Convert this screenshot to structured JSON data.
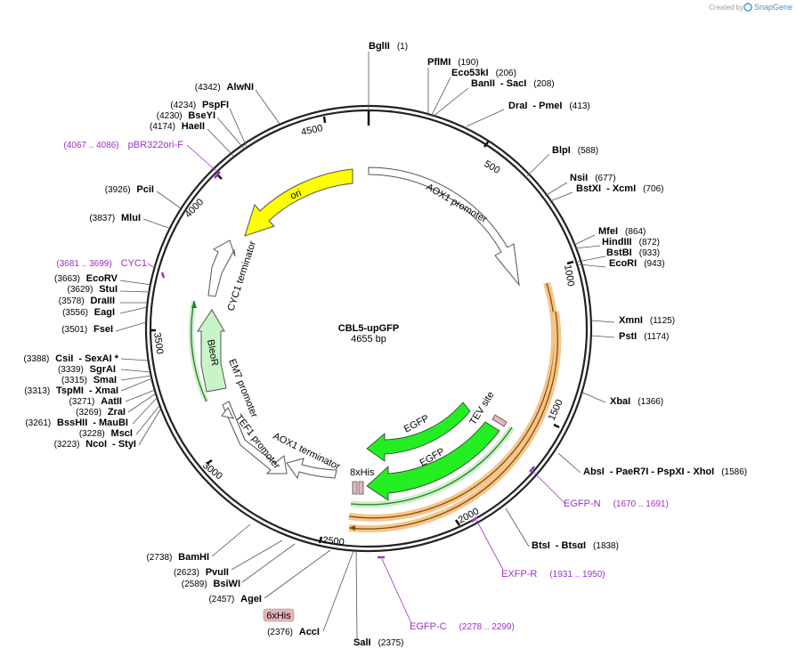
{
  "credit": {
    "created_by": "Created by",
    "brand": "SnapGene"
  },
  "plasmid": {
    "name": "CBL5-upGFP",
    "length": "4655 bp"
  },
  "ticks": [
    {
      "label": "500"
    },
    {
      "label": "1000"
    },
    {
      "label": "1500"
    },
    {
      "label": "2000"
    },
    {
      "label": "2500"
    },
    {
      "label": "3000"
    },
    {
      "label": "3500"
    },
    {
      "label": "4000"
    },
    {
      "label": "4500"
    }
  ],
  "right_sites": [
    {
      "name": "BglII",
      "pos": "(1)"
    },
    {
      "name": "PflMI",
      "pos": "(190)"
    },
    {
      "name": "Eco53kI",
      "pos": "(206)"
    },
    {
      "name": "BanII",
      "extra": "- SacI",
      "pos": "(208)"
    },
    {
      "name": "DraI",
      "extra": "- PmeI",
      "pos": "(413)"
    },
    {
      "name": "BlpI",
      "pos": "(588)"
    },
    {
      "name": "NsiI",
      "pos": "(677)"
    },
    {
      "name": "BstXI",
      "extra": "- XcmI",
      "pos": "(706)"
    },
    {
      "name": "MfeI",
      "pos": "(864)"
    },
    {
      "name": "HindIII",
      "pos": "(872)"
    },
    {
      "name": "BstBI",
      "pos": "(933)"
    },
    {
      "name": "EcoRI",
      "pos": "(943)"
    },
    {
      "name": "XmnI",
      "pos": "(1125)"
    },
    {
      "name": "PstI",
      "pos": "(1174)"
    },
    {
      "name": "XbaI",
      "pos": "(1366)"
    },
    {
      "name": "AbsI",
      "extra": "- PaeR7I   - PspXI   - XhoI",
      "pos": "(1586)"
    },
    {
      "name": "BtsI",
      "extra": "- BtsαI",
      "pos": "(1838)"
    },
    {
      "name": "SalI",
      "pos": "(2375)"
    }
  ],
  "left_sites": [
    {
      "pos": "(4342)",
      "name": "AlwNI"
    },
    {
      "pos": "(4234)",
      "name": "PspFI"
    },
    {
      "pos": "(4230)",
      "name": "BseYI"
    },
    {
      "pos": "(4174)",
      "name": "HaeII"
    },
    {
      "pos": "(3926)",
      "name": "PciI"
    },
    {
      "pos": "(3837)",
      "name": "MluI"
    },
    {
      "pos": "(3663)",
      "name": "EcoRV"
    },
    {
      "pos": "(3629)",
      "name": "StuI"
    },
    {
      "pos": "(3578)",
      "name": "DraIII"
    },
    {
      "pos": "(3556)",
      "name": "EagI"
    },
    {
      "pos": "(3501)",
      "name": "FseI"
    },
    {
      "pos": "(3388)",
      "name": "CsiI",
      "extra": "- SexAI *"
    },
    {
      "pos": "(3339)",
      "name": "SgrAI"
    },
    {
      "pos": "(3315)",
      "name": "SmaI"
    },
    {
      "pos": "(3313)",
      "name": "TspMI",
      "extra": "- XmaI"
    },
    {
      "pos": "(3271)",
      "name": "AatII"
    },
    {
      "pos": "(3269)",
      "name": "ZraI"
    },
    {
      "pos": "(3261)",
      "name": "BssHII",
      "extra": "- MauBI"
    },
    {
      "pos": "(3228)",
      "name": "MscI"
    },
    {
      "pos": "(3223)",
      "name": "NcoI",
      "extra": "- StyI"
    },
    {
      "pos": "(2738)",
      "name": "BamHI"
    },
    {
      "pos": "(2623)",
      "name": "PvuII"
    },
    {
      "pos": "(2589)",
      "name": "BsiWI"
    },
    {
      "pos": "(2457)",
      "name": "AgeI"
    },
    {
      "pos": "(2376)",
      "name": "AccI"
    }
  ],
  "primers": [
    {
      "range": "(4067 .. 4086)",
      "name": "pBR322ori-F"
    },
    {
      "range": "(3681 .. 3699)",
      "name": "CYC1"
    },
    {
      "name": "EGFP-N",
      "range": "(1670 .. 1691)"
    },
    {
      "name": "EXFP-R",
      "range": "(1931 .. 1950)"
    },
    {
      "name": "EGFP-C",
      "range": "(2278 .. 2299)"
    }
  ],
  "features": {
    "aox1_promoter": "AOX1 promoter",
    "ori": "ori",
    "cyc1_terminator": "CYC1 terminator",
    "bleor": "BleoR",
    "em7_promoter": "EM7 promoter",
    "tef1_promoter": "TEF1 promoter",
    "aox1_terminator": "AOX1 terminator",
    "egfp_1": "EGFP",
    "egfp_2": "EGFP",
    "tev_site": "TEV site",
    "his8": "8xHis",
    "his6": "6xHis"
  },
  "colors": {
    "backbone": "#222222",
    "ori": "#ffff00",
    "egfp": "#22ee22",
    "bleor": "#c8f5c8",
    "orf_highlight": "#f7c48a",
    "orf_line": "#7a4a00",
    "primer": "#9b30c8",
    "tag": "#e8b4bc"
  }
}
